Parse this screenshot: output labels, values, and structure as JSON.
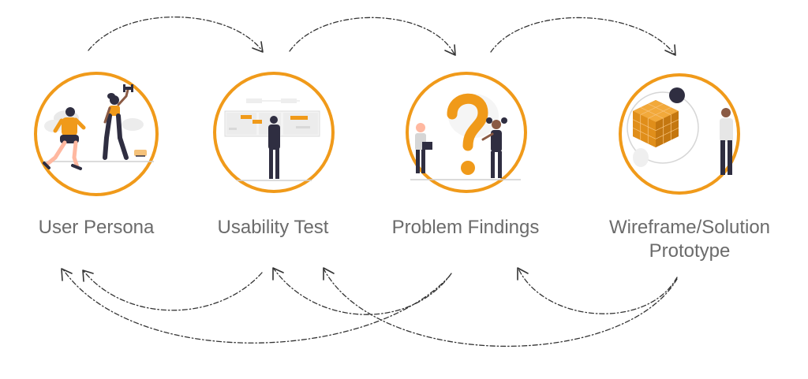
{
  "steps": [
    {
      "id": "user-persona",
      "label": "User Persona"
    },
    {
      "id": "usability-test",
      "label": "Usability Test"
    },
    {
      "id": "problem-findings",
      "label": "Problem Findings"
    },
    {
      "id": "wireframe-solution-prototype",
      "label_line1": "Wireframe/Solution",
      "label_line2": "Prototype"
    }
  ],
  "colors": {
    "accent": "#f09a1a",
    "accent_dark": "#c47710",
    "text": "#6b6b6b",
    "figure_dark": "#2f2e41",
    "arrow": "#333333"
  },
  "icons": [
    "runner-icon",
    "dumbbell-woman-icon",
    "person-at-board-icon",
    "question-mark-icon",
    "cube-icon",
    "standing-man-icon",
    "planet-icon"
  ]
}
